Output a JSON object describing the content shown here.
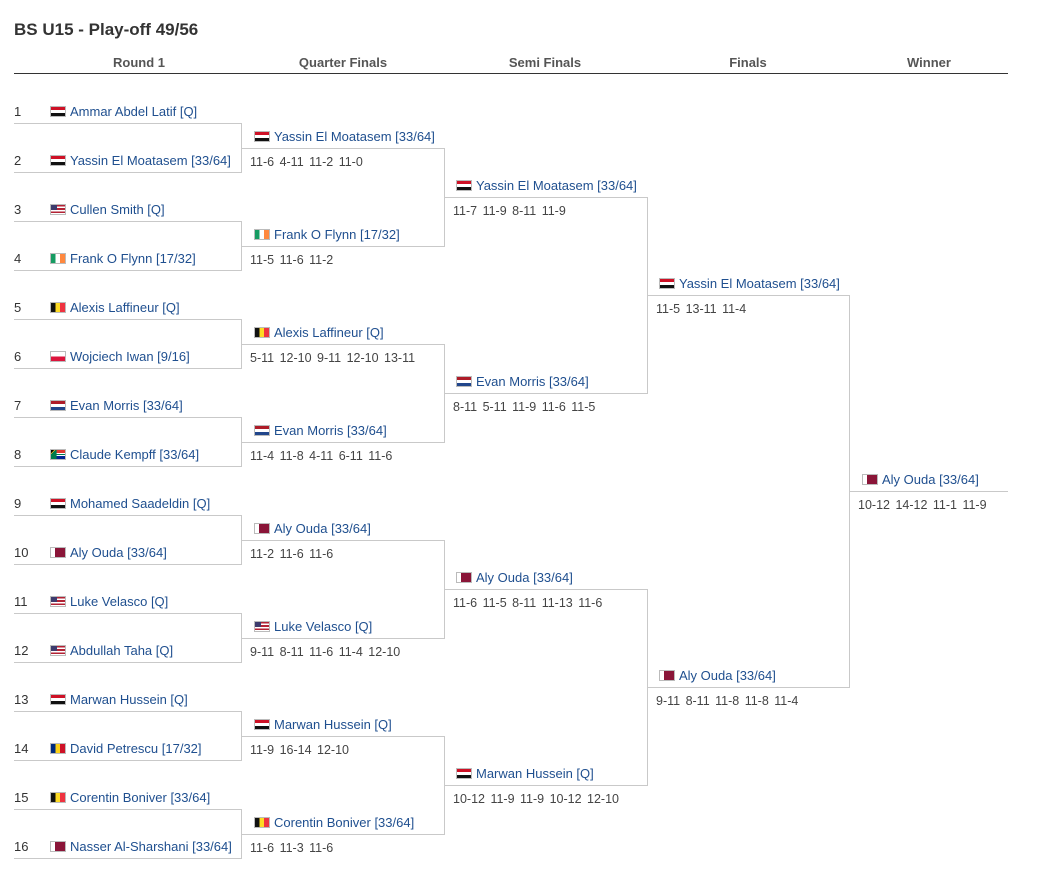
{
  "title": "BS U15 - Play-off 49/56",
  "headers": [
    "Round 1",
    "Quarter Finals",
    "Semi Finals",
    "Finals",
    "Winner"
  ],
  "round1": [
    {
      "seed": "1",
      "name": "Ammar Abdel Latif [Q]",
      "flag": "egy"
    },
    {
      "seed": "2",
      "name": "Yassin El Moatasem [33/64]",
      "flag": "egy"
    },
    {
      "seed": "3",
      "name": "Cullen Smith [Q]",
      "flag": "usa"
    },
    {
      "seed": "4",
      "name": "Frank O Flynn [17/32]",
      "flag": "irl"
    },
    {
      "seed": "5",
      "name": "Alexis Laffineur [Q]",
      "flag": "bel"
    },
    {
      "seed": "6",
      "name": "Wojciech Iwan [9/16]",
      "flag": "pol"
    },
    {
      "seed": "7",
      "name": "Evan Morris [33/64]",
      "flag": "ned"
    },
    {
      "seed": "8",
      "name": "Claude Kempff [33/64]",
      "flag": "rsa"
    },
    {
      "seed": "9",
      "name": "Mohamed Saadeldin [Q]",
      "flag": "egy"
    },
    {
      "seed": "10",
      "name": "Aly Ouda [33/64]",
      "flag": "qat"
    },
    {
      "seed": "11",
      "name": "Luke Velasco [Q]",
      "flag": "usa"
    },
    {
      "seed": "12",
      "name": "Abdullah Taha [Q]",
      "flag": "usa"
    },
    {
      "seed": "13",
      "name": "Marwan Hussein [Q]",
      "flag": "egy"
    },
    {
      "seed": "14",
      "name": "David Petrescu [17/32]",
      "flag": "rou"
    },
    {
      "seed": "15",
      "name": "Corentin Boniver [33/64]",
      "flag": "bel"
    },
    {
      "seed": "16",
      "name": "Nasser Al-Sharshani [33/64]",
      "flag": "qat"
    }
  ],
  "quarters": [
    {
      "name": "Yassin El Moatasem [33/64]",
      "flag": "egy",
      "score": "11-6  4-11  11-2  11-0"
    },
    {
      "name": "Frank O Flynn [17/32]",
      "flag": "irl",
      "score": "11-5  11-6  11-2"
    },
    {
      "name": "Alexis Laffineur [Q]",
      "flag": "bel",
      "score": "5-11  12-10  9-11  12-10  13-11"
    },
    {
      "name": "Evan Morris [33/64]",
      "flag": "ned",
      "score": "11-4  11-8  4-11  6-11  11-6"
    },
    {
      "name": "Aly Ouda [33/64]",
      "flag": "qat",
      "score": "11-2  11-6  11-6"
    },
    {
      "name": "Luke Velasco [Q]",
      "flag": "usa",
      "score": "9-11  8-11  11-6  11-4  12-10"
    },
    {
      "name": "Marwan Hussein [Q]",
      "flag": "egy",
      "score": "11-9  16-14  12-10"
    },
    {
      "name": "Corentin Boniver [33/64]",
      "flag": "bel",
      "score": "11-6  11-3  11-6"
    }
  ],
  "semis": [
    {
      "name": "Yassin El Moatasem [33/64]",
      "flag": "egy",
      "score": "11-7  11-9  8-11  11-9"
    },
    {
      "name": "Evan Morris [33/64]",
      "flag": "ned",
      "score": "8-11  5-11  11-9  11-6  11-5"
    },
    {
      "name": "Aly Ouda [33/64]",
      "flag": "qat",
      "score": "11-6  11-5  8-11  11-13  11-6"
    },
    {
      "name": "Marwan Hussein [Q]",
      "flag": "egy",
      "score": "10-12  11-9  11-9  10-12  12-10"
    }
  ],
  "finals": [
    {
      "name": "Yassin El Moatasem [33/64]",
      "flag": "egy",
      "score": "11-5  13-11  11-4"
    },
    {
      "name": "Aly Ouda [33/64]",
      "flag": "qat",
      "score": "9-11  8-11  11-8  11-8  11-4"
    }
  ],
  "winner": {
    "name": "Aly Ouda [33/64]",
    "flag": "qat",
    "score": "10-12  14-12  11-1  11-9"
  }
}
